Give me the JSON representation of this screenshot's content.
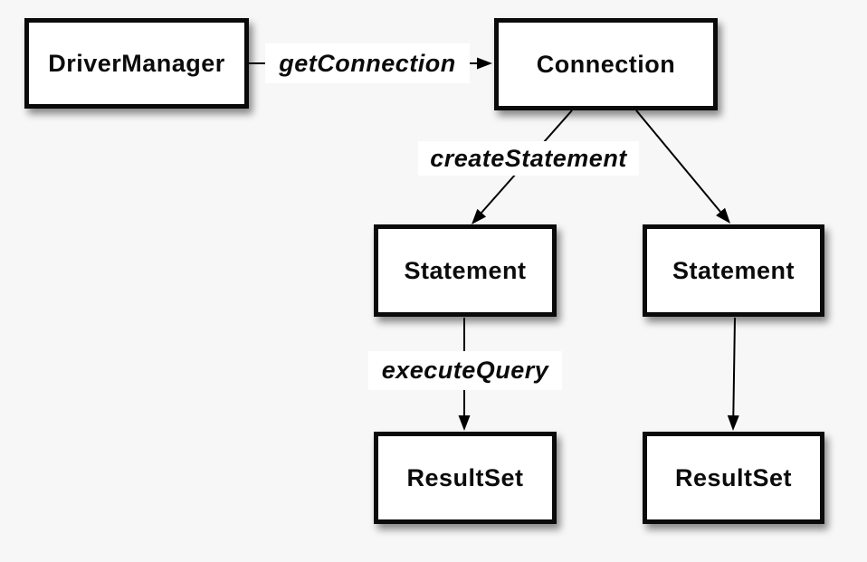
{
  "style": {
    "background_color": "#f7f7f7",
    "node_fill": "#ffffff",
    "node_border_color": "#0a0a0a",
    "line_color": "#000000",
    "text_color": "#0b0b0b"
  },
  "diagram": {
    "nodes": [
      {
        "id": "driver-manager",
        "label": "DriverManager"
      },
      {
        "id": "connection",
        "label": "Connection"
      },
      {
        "id": "statement-left",
        "label": "Statement"
      },
      {
        "id": "statement-right",
        "label": "Statement"
      },
      {
        "id": "resultset-left",
        "label": "ResultSet"
      },
      {
        "id": "resultset-right",
        "label": "ResultSet"
      }
    ],
    "edge_labels": [
      {
        "id": "get-connection",
        "label": "getConnection"
      },
      {
        "id": "create-statement",
        "label": "createStatement"
      },
      {
        "id": "execute-query",
        "label": "executeQuery"
      }
    ]
  }
}
